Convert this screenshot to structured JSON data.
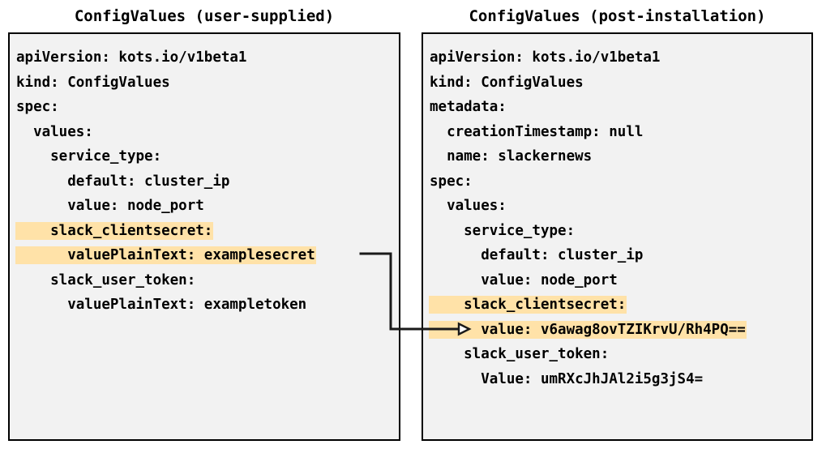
{
  "panels": {
    "left": {
      "title": "ConfigValues (user-supplied)",
      "lines": [
        {
          "text": "apiVersion: kots.io/v1beta1",
          "highlight": false
        },
        {
          "text": "kind: ConfigValues",
          "highlight": false
        },
        {
          "text": "spec:",
          "highlight": false
        },
        {
          "text": "  values:",
          "highlight": false
        },
        {
          "text": "    service_type:",
          "highlight": false
        },
        {
          "text": "      default: cluster_ip",
          "highlight": false
        },
        {
          "text": "      value: node_port",
          "highlight": false
        },
        {
          "text": "    slack_clientsecret:",
          "highlight": true
        },
        {
          "text": "      valuePlainText: examplesecret",
          "highlight": true
        },
        {
          "text": "    slack_user_token:",
          "highlight": false
        },
        {
          "text": "      valuePlainText: exampletoken",
          "highlight": false
        }
      ]
    },
    "right": {
      "title": "ConfigValues (post-installation)",
      "lines": [
        {
          "text": "apiVersion: kots.io/v1beta1",
          "highlight": false
        },
        {
          "text": "kind: ConfigValues",
          "highlight": false
        },
        {
          "text": "metadata:",
          "highlight": false
        },
        {
          "text": "  creationTimestamp: null",
          "highlight": false
        },
        {
          "text": "  name: slackernews",
          "highlight": false
        },
        {
          "text": "spec:",
          "highlight": false
        },
        {
          "text": "  values:",
          "highlight": false
        },
        {
          "text": "    service_type:",
          "highlight": false
        },
        {
          "text": "      default: cluster_ip",
          "highlight": false
        },
        {
          "text": "      value: node_port",
          "highlight": false
        },
        {
          "text": "    slack_clientsecret:",
          "highlight": true
        },
        {
          "text": "      value: v6awag8ovTZIKrvU/Rh4PQ==",
          "highlight": true
        },
        {
          "text": "    slack_user_token:",
          "highlight": false
        },
        {
          "text": "      Value: umRXcJhJAl2i5g3jS4=",
          "highlight": false
        }
      ]
    }
  },
  "connector": {
    "label": "encrypted-value-mapping-arrow",
    "stroke": "#1a1a1a"
  },
  "colors": {
    "highlight": "#ffe2a8",
    "box_fill": "#f2f2f2",
    "box_border": "#000000",
    "text": "#000000"
  }
}
